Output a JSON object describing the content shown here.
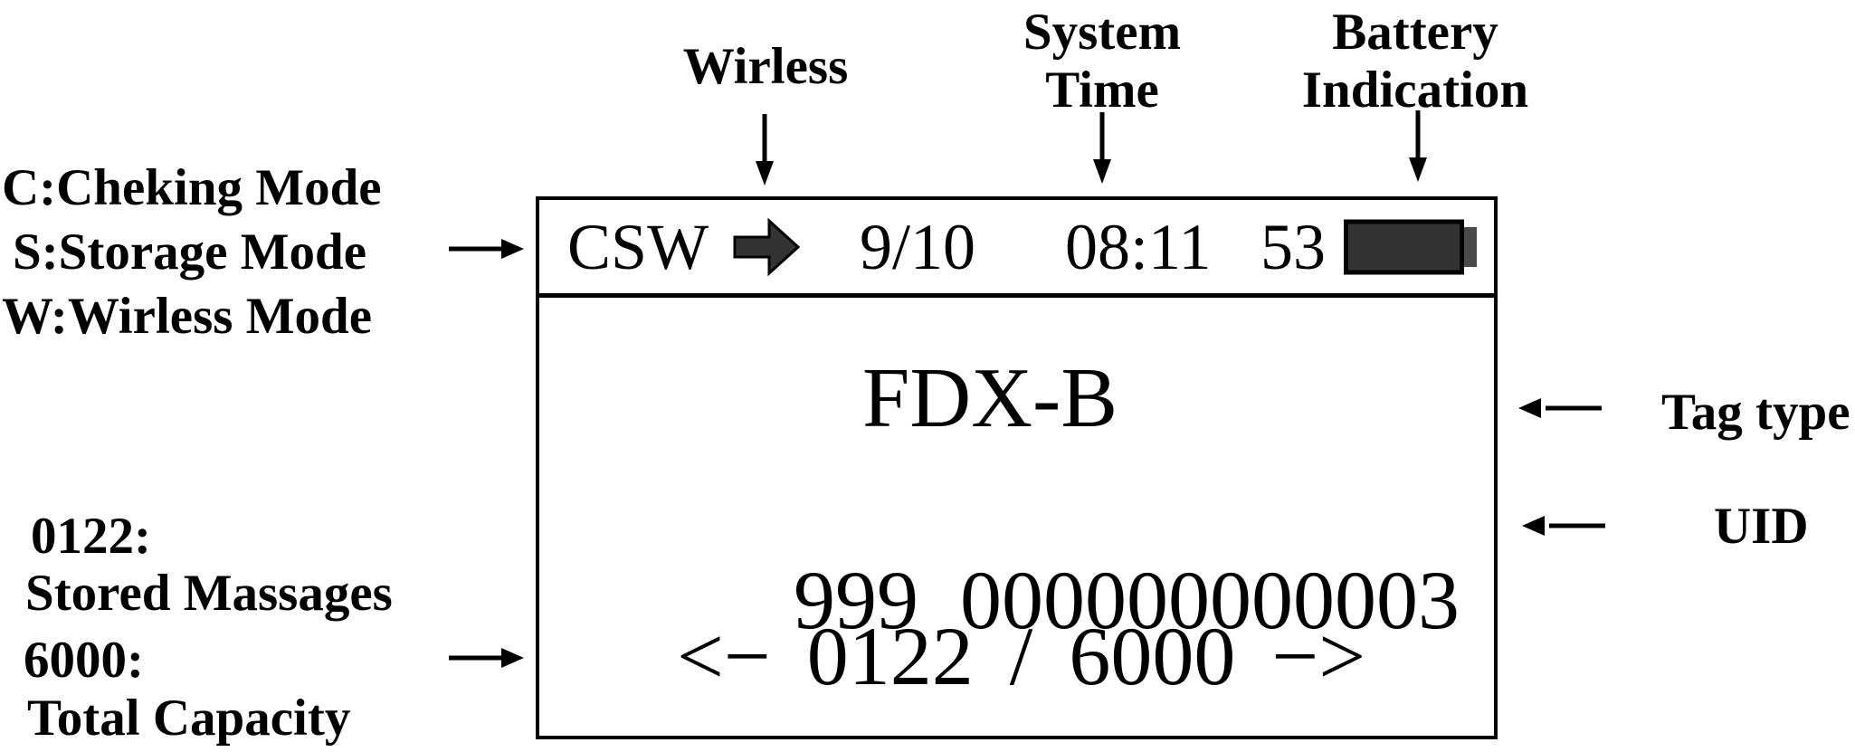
{
  "device_screen": {
    "status_bar": {
      "mode_indicator": "CSW",
      "date": "9/10",
      "time": "08:11",
      "battery_percent": "53"
    },
    "tag_type": "FDX-B",
    "uid_prefix": "999",
    "uid_number": "000000000003",
    "pager": {
      "left_arrow": "<−",
      "stored_count": "0122",
      "separator": "/",
      "total_capacity": "6000",
      "right_arrow": "−>"
    }
  },
  "annotations": {
    "wireless": "Wirless",
    "system_time": [
      "System",
      "Time"
    ],
    "battery_indication": [
      "Battery",
      "Indication"
    ],
    "modes": [
      "C:Cheking Mode",
      "S:Storage Mode",
      "W:Wirless Mode"
    ],
    "stored": [
      "0122:",
      "Stored Massages",
      "6000:",
      "Total Capacity"
    ],
    "tag_type": "Tag type",
    "uid": "UID"
  },
  "colors": {
    "text": "#000000",
    "background": "#ffffff",
    "icon_fill": "#333333",
    "battery_nub": "#4a4a4a"
  }
}
